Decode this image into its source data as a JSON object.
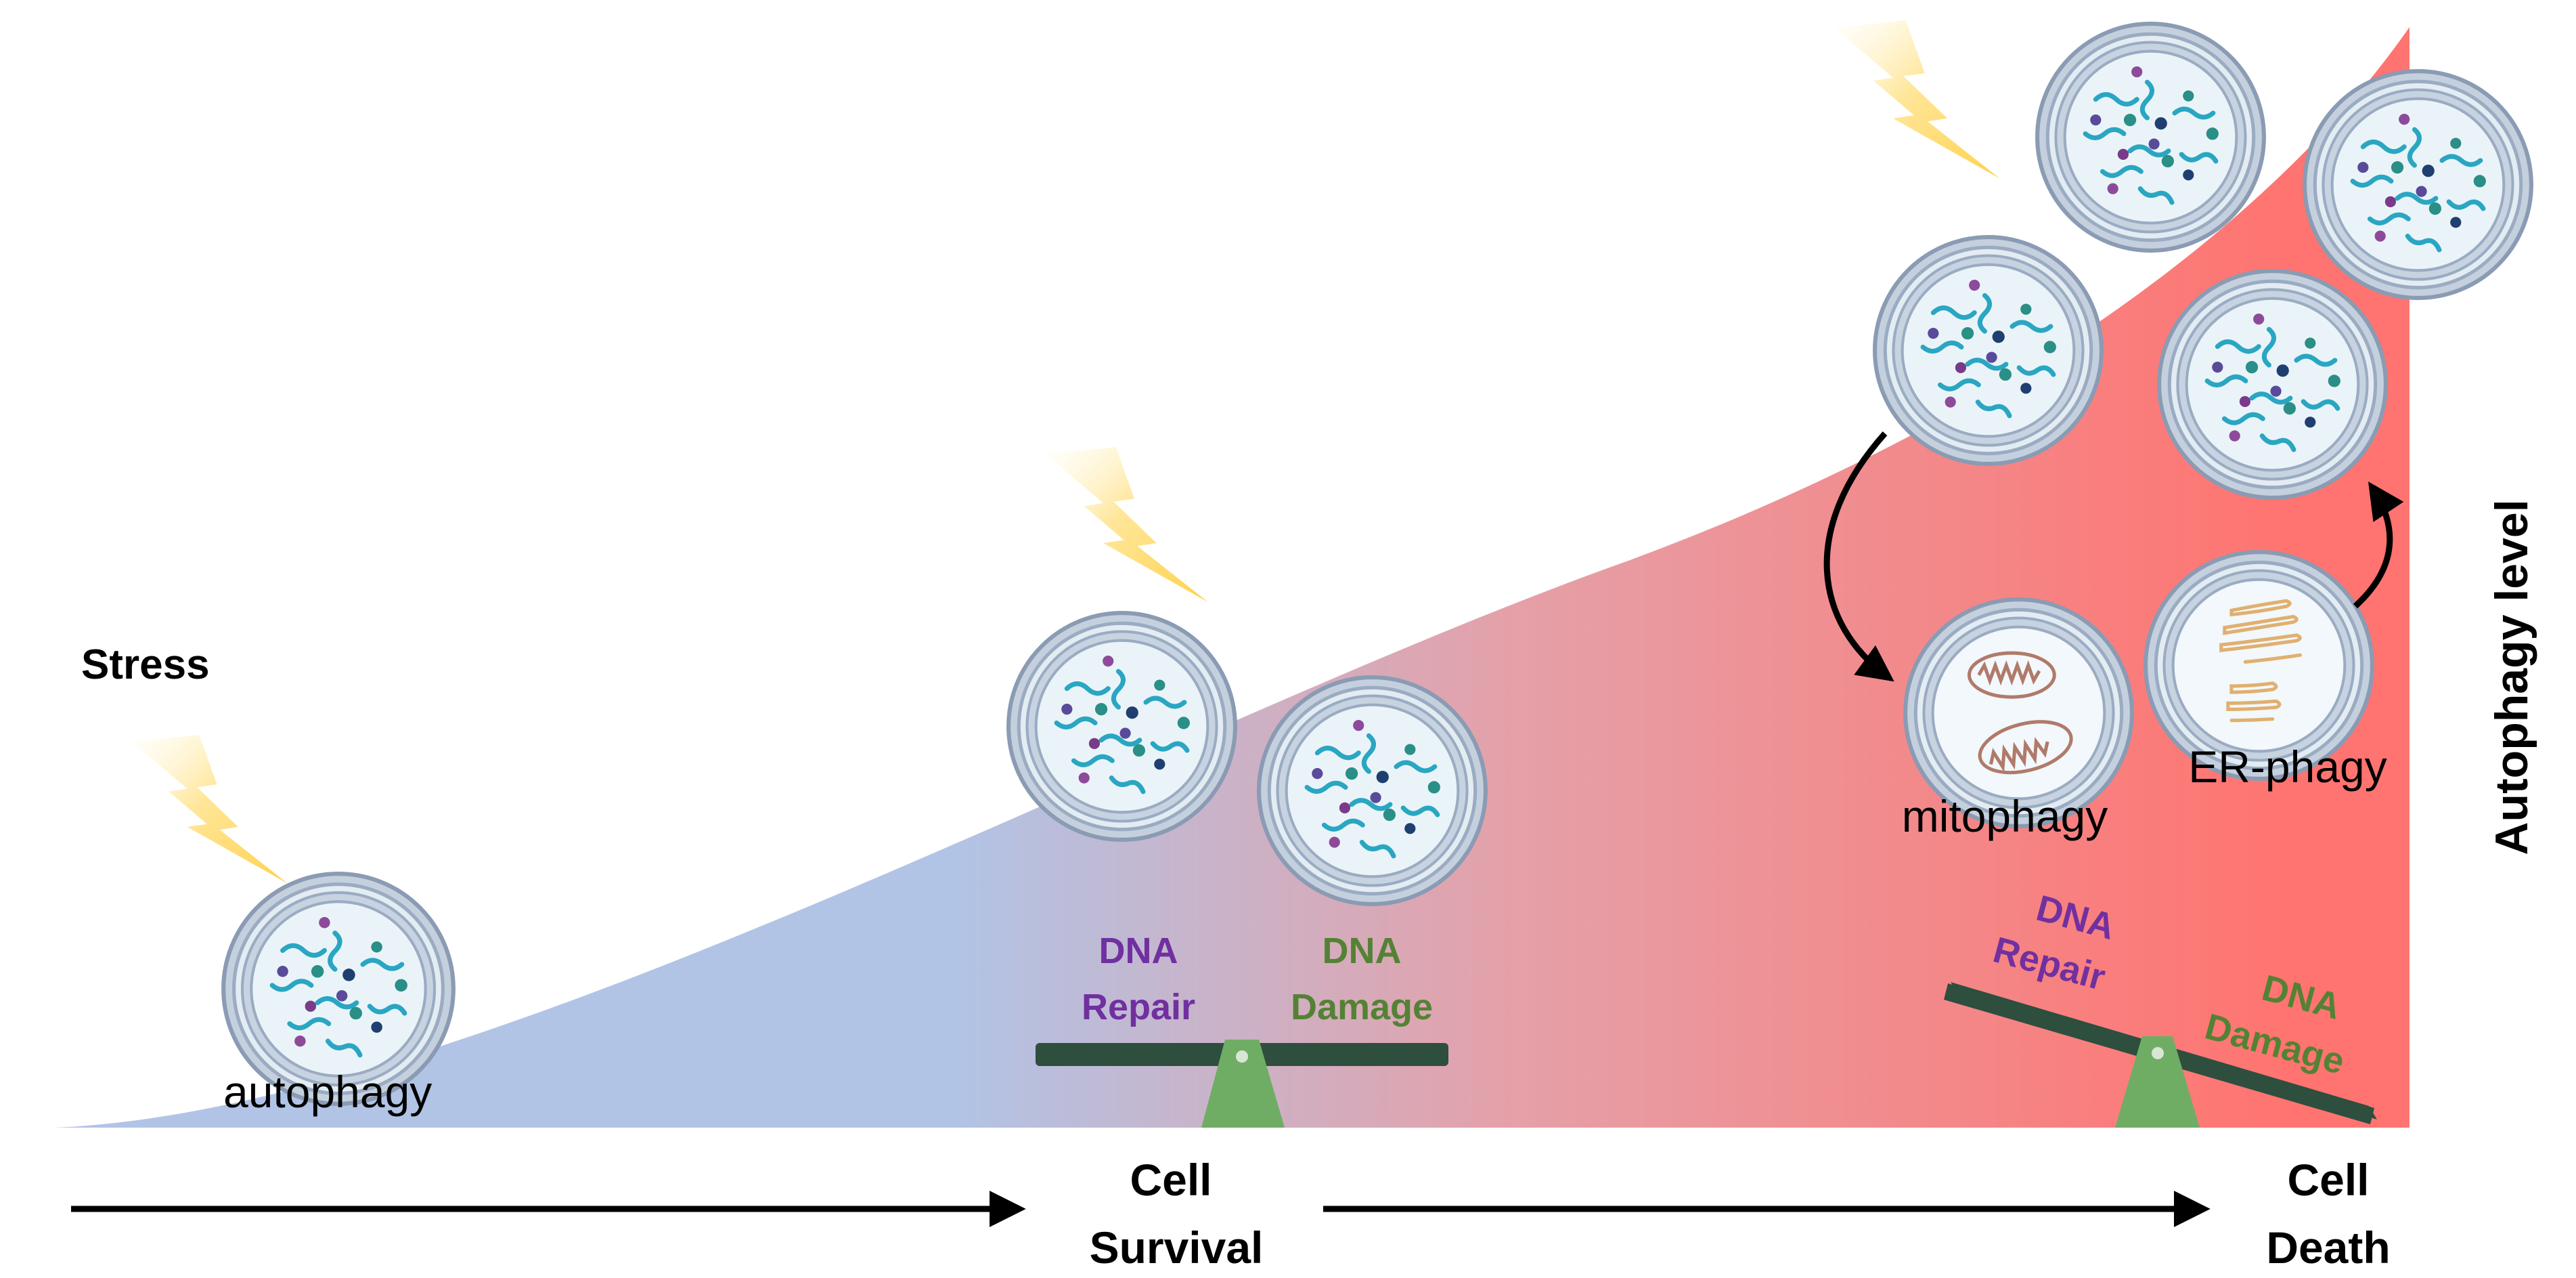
{
  "labels": {
    "stress": "Stress",
    "autophagy": "autophagy",
    "mitophagy": "mitophagy",
    "er_phagy": "ER-phagy",
    "axis_title": "Autophagy level",
    "cell_survival_line1": "Cell",
    "cell_survival_line2": "Survival",
    "cell_death_line1": "Cell",
    "cell_death_line2": "Death"
  },
  "balance_1": {
    "left_line1": "DNA",
    "left_line2": "Repair",
    "right_line1": "DNA",
    "right_line2": "Damage"
  },
  "balance_2": {
    "left_line1": "DNA",
    "left_line2": "Repair",
    "right_line1": "DNA",
    "right_line2": "Damage"
  },
  "colors": {
    "gradient_start": "#b1c4e6",
    "gradient_mid": "#e5a0a8",
    "gradient_end": "#ff7470",
    "dna_repair": "#7030a0",
    "dna_damage": "#548235",
    "beam": "#2e4e3e",
    "fulcrum": "#70ad64",
    "lightning": "#ffd966",
    "cell_ring": "#a3b3c8",
    "cell_inner": "#e8f2f6"
  },
  "icons": [
    "lightning-bolt-icon",
    "cell-icon",
    "mitochondria-icon",
    "endoplasmic-reticulum-icon",
    "balance-scale-icon",
    "arrow-icon"
  ]
}
